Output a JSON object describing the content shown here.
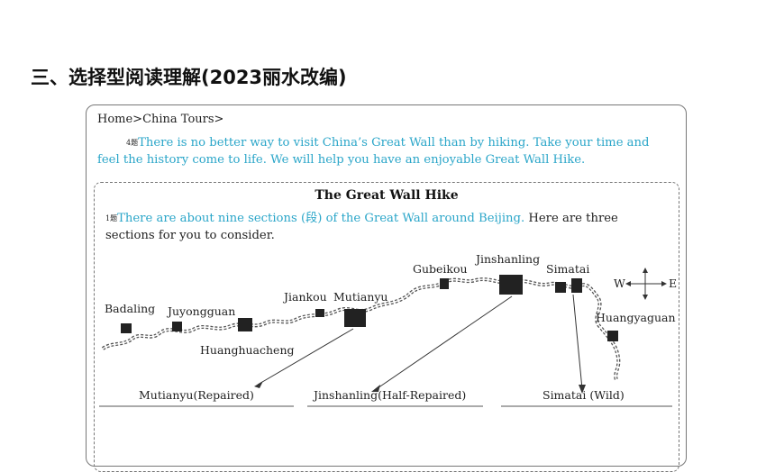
{
  "heading": "三、选择型阅读理解(2023丽水改编)",
  "breadcrumb": "Home>China Tours>",
  "intro": {
    "mark": "4题",
    "text": "There is no better way to visit China’s Great Wall than by hiking. Take your time and feel the history come to life. We will help you have an enjoyable Great Wall Hike."
  },
  "hike": {
    "title": "The Great Wall Hike",
    "mark": "1题",
    "lead_cyan": "There are about nine sections (段) of the Great Wall around Beijing.",
    "lead_rest": " Here are three sections for you to consider."
  },
  "map_labels": {
    "badaling": "Badaling",
    "juyongguan": "Juyongguan",
    "huanghuacheng": "Huanghuacheng",
    "jiankou": "Jiankou",
    "mutianyu": "Mutianyu",
    "gubeikou": "Gubeikou",
    "jinshanling": "Jinshanling",
    "simatai": "Simatai",
    "huangyaguan": "Huangyaguan",
    "compass_w": "W",
    "compass_e": "E"
  },
  "sections": [
    {
      "label": "Mutianyu(Repaired)"
    },
    {
      "label": "Jinshanling(Half-Repaired)"
    },
    {
      "label": "Simatai (Wild)"
    }
  ]
}
